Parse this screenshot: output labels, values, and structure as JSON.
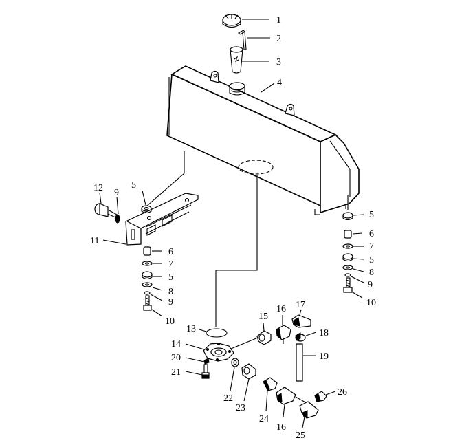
{
  "callouts": {
    "c1": "1",
    "c2": "2",
    "c3": "3",
    "c4": "4",
    "c5a": "5",
    "c5b": "5",
    "c5c": "5",
    "c5d": "5",
    "c6a": "6",
    "c6b": "6",
    "c7a": "7",
    "c7b": "7",
    "c8a": "8",
    "c8b": "8",
    "c9a": "9",
    "c9b": "9",
    "c9c": "9",
    "c10a": "10",
    "c10b": "10",
    "c11": "11",
    "c12": "12",
    "c13": "13",
    "c14": "14",
    "c15": "15",
    "c16a": "16",
    "c16b": "16",
    "c17": "17",
    "c18": "18",
    "c19": "19",
    "c20": "20",
    "c21": "21",
    "c22": "22",
    "c23": "23",
    "c24": "24",
    "c25": "25",
    "c26": "26"
  },
  "colors": {
    "line": "#000000",
    "background": "#ffffff"
  }
}
